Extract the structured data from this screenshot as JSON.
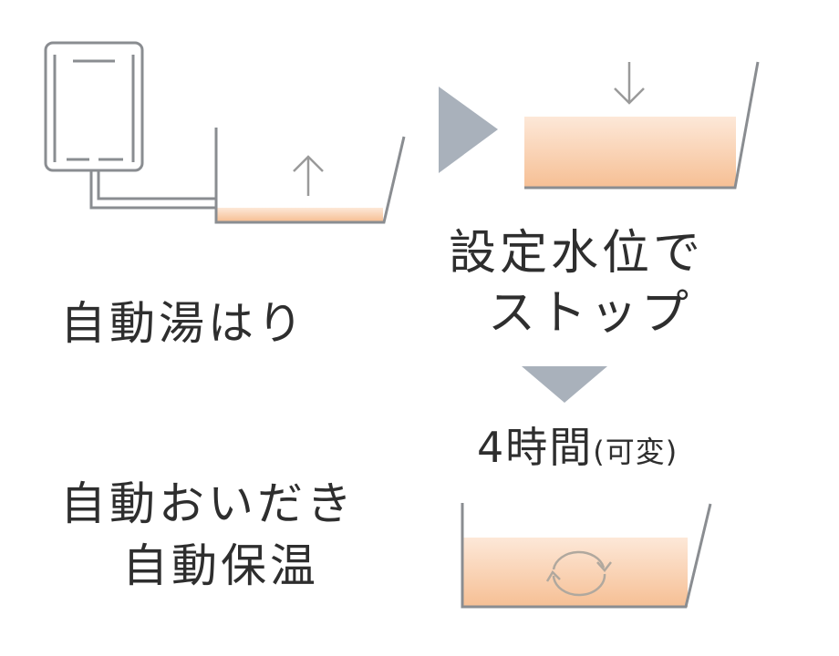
{
  "steps": {
    "auto_fill": "自動湯はり",
    "stop_line1": "設定水位で",
    "stop_line2": "ストップ",
    "duration": "4時間",
    "duration_note": "(可変)",
    "reheat": "自動おいだき",
    "keep_warm": "自動保温"
  },
  "colors": {
    "water": "#f7c9a4",
    "line": "#8a8d91",
    "arrow": "#a9b1bb",
    "text": "#2e2e2e"
  },
  "icons": [
    "water-heater-icon",
    "arrow-up-icon",
    "arrow-down-icon",
    "recirculate-icon"
  ]
}
